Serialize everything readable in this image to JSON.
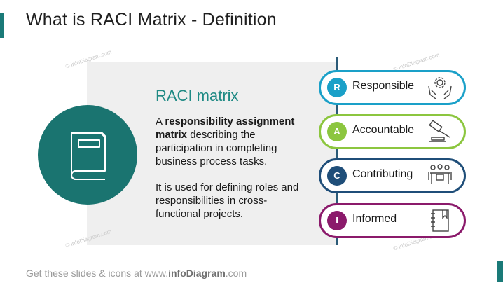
{
  "header": {
    "title": "What is RACI Matrix - Definition"
  },
  "card": {
    "title": "RACI matrix",
    "p1_pre": "A ",
    "p1_bold": "responsibility assignment matrix",
    "p1_post": " describing the participation in completing business process tasks.",
    "p2": "It is used for defining roles and responsibilities in cross-functional projects."
  },
  "roles": [
    {
      "letter": "R",
      "label": "Responsible",
      "color": "#1aa0c8",
      "icon": "hands-gear-icon"
    },
    {
      "letter": "A",
      "label": "Accountable",
      "color": "#8cc63f",
      "icon": "gavel-icon"
    },
    {
      "letter": "C",
      "label": "Contributing",
      "color": "#1f4e79",
      "icon": "meeting-icon"
    },
    {
      "letter": "I",
      "label": "Informed",
      "color": "#8b1a6b",
      "icon": "notebook-icon"
    }
  ],
  "footer": {
    "pre": "Get these slides & icons at www.",
    "brand": "infoDiagram",
    "post": ".com"
  },
  "watermark": "© infoDiagram.com",
  "colors": {
    "teal": "#1a7470",
    "teal_text": "#1f8a84",
    "panel": "#efefef"
  }
}
